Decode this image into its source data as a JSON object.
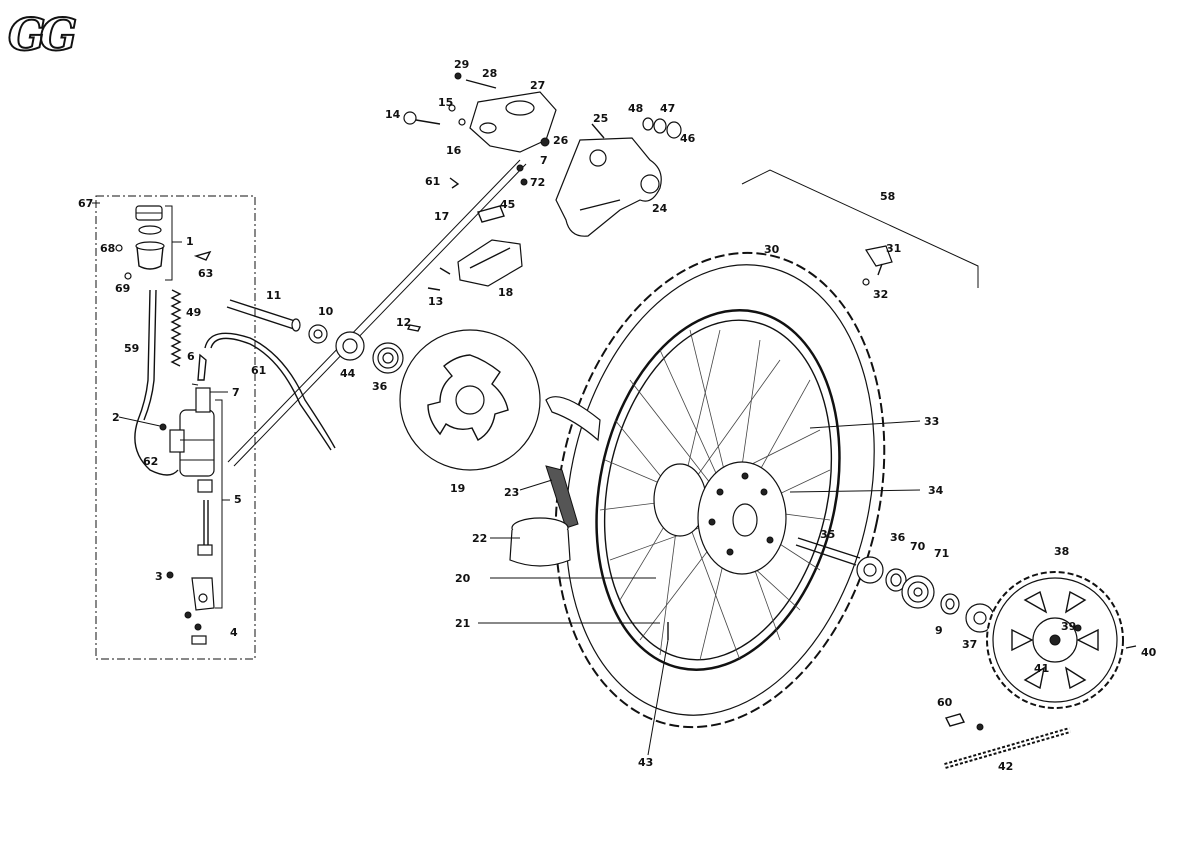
{
  "logo": {
    "text": "GG"
  },
  "callouts": [
    {
      "id": "1",
      "label": "1"
    },
    {
      "id": "2",
      "label": "2"
    },
    {
      "id": "3",
      "label": "3"
    },
    {
      "id": "4",
      "label": "4"
    },
    {
      "id": "5",
      "label": "5"
    },
    {
      "id": "6",
      "label": "6"
    },
    {
      "id": "7a",
      "label": "7"
    },
    {
      "id": "7b",
      "label": "7"
    },
    {
      "id": "9",
      "label": "9"
    },
    {
      "id": "10",
      "label": "10"
    },
    {
      "id": "11",
      "label": "11"
    },
    {
      "id": "12",
      "label": "12"
    },
    {
      "id": "13",
      "label": "13"
    },
    {
      "id": "14",
      "label": "14"
    },
    {
      "id": "15",
      "label": "15"
    },
    {
      "id": "16",
      "label": "16"
    },
    {
      "id": "17",
      "label": "17"
    },
    {
      "id": "18",
      "label": "18"
    },
    {
      "id": "19",
      "label": "19"
    },
    {
      "id": "20",
      "label": "20"
    },
    {
      "id": "21",
      "label": "21"
    },
    {
      "id": "22",
      "label": "22"
    },
    {
      "id": "23",
      "label": "23"
    },
    {
      "id": "24",
      "label": "24"
    },
    {
      "id": "25",
      "label": "25"
    },
    {
      "id": "26",
      "label": "26"
    },
    {
      "id": "27",
      "label": "27"
    },
    {
      "id": "28",
      "label": "28"
    },
    {
      "id": "29",
      "label": "29"
    },
    {
      "id": "30",
      "label": "30"
    },
    {
      "id": "31",
      "label": "31"
    },
    {
      "id": "32",
      "label": "32"
    },
    {
      "id": "33",
      "label": "33"
    },
    {
      "id": "34",
      "label": "34"
    },
    {
      "id": "35",
      "label": "35"
    },
    {
      "id": "36a",
      "label": "36"
    },
    {
      "id": "36b",
      "label": "36"
    },
    {
      "id": "37",
      "label": "37"
    },
    {
      "id": "38",
      "label": "38"
    },
    {
      "id": "39",
      "label": "39"
    },
    {
      "id": "40",
      "label": "40"
    },
    {
      "id": "41",
      "label": "41"
    },
    {
      "id": "42",
      "label": "42"
    },
    {
      "id": "43",
      "label": "43"
    },
    {
      "id": "44",
      "label": "44"
    },
    {
      "id": "45",
      "label": "45"
    },
    {
      "id": "46",
      "label": "46"
    },
    {
      "id": "47",
      "label": "47"
    },
    {
      "id": "48",
      "label": "48"
    },
    {
      "id": "49",
      "label": "49"
    },
    {
      "id": "58",
      "label": "58"
    },
    {
      "id": "59",
      "label": "59"
    },
    {
      "id": "60",
      "label": "60"
    },
    {
      "id": "61a",
      "label": "61"
    },
    {
      "id": "61b",
      "label": "61"
    },
    {
      "id": "62",
      "label": "62"
    },
    {
      "id": "63",
      "label": "63"
    },
    {
      "id": "67",
      "label": "67"
    },
    {
      "id": "68",
      "label": "68"
    },
    {
      "id": "69",
      "label": "69"
    },
    {
      "id": "70",
      "label": "70"
    },
    {
      "id": "71",
      "label": "71"
    },
    {
      "id": "72",
      "label": "72"
    }
  ]
}
